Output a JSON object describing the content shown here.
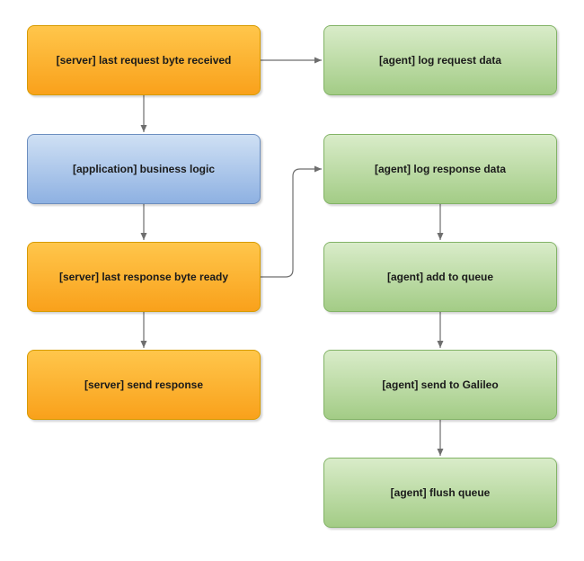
{
  "diagram": {
    "background": "#ffffff",
    "connector": {
      "color": "#6e6e6e"
    },
    "palette": {
      "server": {
        "top": "#ffc64b",
        "bottom": "#f9a11b",
        "border": "#d79b00",
        "text": "#1a1a1a"
      },
      "application": {
        "top": "#cfe0f4",
        "bottom": "#8eb1e2",
        "border": "#6c8ebf",
        "text": "#1a1a1a"
      },
      "agent": {
        "top": "#d9ecc9",
        "bottom": "#a3cc86",
        "border": "#82b366",
        "text": "#1a1a1a"
      }
    },
    "nodes": [
      {
        "id": "server-last-request-byte-received",
        "kind": "server",
        "label": "[server] last request byte received"
      },
      {
        "id": "application-business-logic",
        "kind": "application",
        "label": "[application] business logic"
      },
      {
        "id": "server-last-response-byte-ready",
        "kind": "server",
        "label": "[server] last response byte ready"
      },
      {
        "id": "server-send-response",
        "kind": "server",
        "label": "[server] send response"
      },
      {
        "id": "agent-log-request-data",
        "kind": "agent",
        "label": "[agent] log request data"
      },
      {
        "id": "agent-log-response-data",
        "kind": "agent",
        "label": "[agent] log response data"
      },
      {
        "id": "agent-add-to-queue",
        "kind": "agent",
        "label": "[agent] add to queue"
      },
      {
        "id": "agent-send-to-galileo",
        "kind": "agent",
        "label": "[agent] send to Galileo"
      },
      {
        "id": "agent-flush-queue",
        "kind": "agent",
        "label": "[agent] flush queue"
      }
    ],
    "edges": [
      {
        "from": "server-last-request-byte-received",
        "to": "agent-log-request-data"
      },
      {
        "from": "server-last-request-byte-received",
        "to": "application-business-logic"
      },
      {
        "from": "application-business-logic",
        "to": "server-last-response-byte-ready"
      },
      {
        "from": "server-last-response-byte-ready",
        "to": "agent-log-response-data"
      },
      {
        "from": "server-last-response-byte-ready",
        "to": "server-send-response"
      },
      {
        "from": "agent-log-response-data",
        "to": "agent-add-to-queue"
      },
      {
        "from": "agent-add-to-queue",
        "to": "agent-send-to-galileo"
      },
      {
        "from": "agent-send-to-galileo",
        "to": "agent-flush-queue"
      }
    ]
  }
}
